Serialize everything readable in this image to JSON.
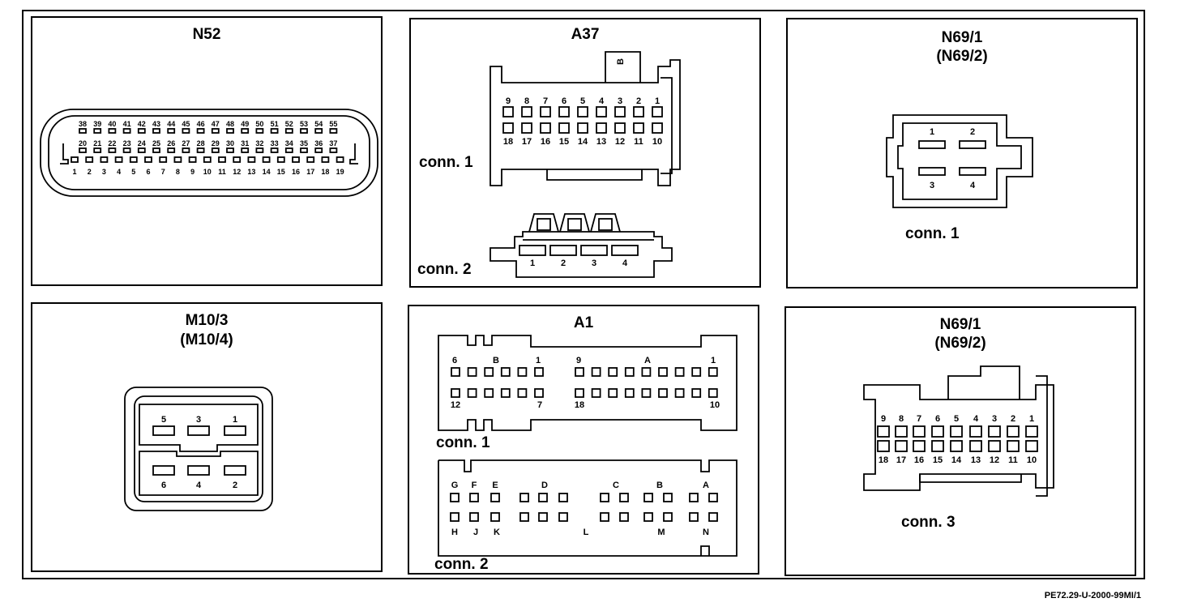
{
  "footer": "PE72.29-U-2000-99MI/1",
  "panels": {
    "n52": {
      "title": "N52",
      "top_pins": [
        "38",
        "39",
        "40",
        "41",
        "42",
        "43",
        "44",
        "45",
        "46",
        "47",
        "48",
        "49",
        "50",
        "51",
        "52",
        "53",
        "54",
        "55"
      ],
      "mid_pins": [
        "20",
        "21",
        "22",
        "23",
        "24",
        "25",
        "26",
        "27",
        "28",
        "29",
        "30",
        "31",
        "32",
        "33",
        "34",
        "35",
        "36",
        "37"
      ],
      "bottom_pins": [
        "1",
        "2",
        "3",
        "4",
        "5",
        "6",
        "7",
        "8",
        "9",
        "10",
        "11",
        "12",
        "13",
        "14",
        "15",
        "16",
        "17",
        "18",
        "19"
      ]
    },
    "a37": {
      "title": "A37",
      "conn1_label": "conn. 1",
      "conn2_label": "conn. 2",
      "c1_top": [
        "9",
        "8",
        "7",
        "6",
        "5",
        "4",
        "3",
        "2",
        "1"
      ],
      "c1_bottom": [
        "18",
        "17",
        "16",
        "15",
        "14",
        "13",
        "12",
        "11",
        "10"
      ],
      "c2_pins": [
        "1",
        "2",
        "3",
        "4"
      ]
    },
    "n69_top": {
      "title": "N69/1",
      "subtitle": "(N69/2)",
      "conn_label": "conn. 1",
      "pins": [
        "1",
        "2",
        "3",
        "4"
      ]
    },
    "m10": {
      "title": "M10/3",
      "subtitle": "(M10/4)",
      "top_pins": [
        "5",
        "3",
        "1"
      ],
      "bottom_pins": [
        "6",
        "4",
        "2"
      ]
    },
    "a1": {
      "title": "A1",
      "conn1_label": "conn. 1",
      "conn2_label": "conn. 2",
      "c1_labels": [
        "6",
        "B",
        "1",
        "9",
        "A",
        "1",
        "12",
        "7",
        "18",
        "10"
      ],
      "c2_top_letters": [
        "G",
        "F",
        "E",
        "D",
        "C",
        "B",
        "A"
      ],
      "c2_bottom_letters": [
        "H",
        "J",
        "K",
        "L",
        "M",
        "N"
      ]
    },
    "n69_bottom": {
      "title": "N69/1",
      "subtitle": "(N69/2)",
      "conn_label": "conn. 3",
      "top_pins": [
        "9",
        "8",
        "7",
        "6",
        "5",
        "4",
        "3",
        "2",
        "1"
      ],
      "bottom_pins": [
        "18",
        "17",
        "16",
        "15",
        "14",
        "13",
        "12",
        "11",
        "10"
      ]
    }
  }
}
